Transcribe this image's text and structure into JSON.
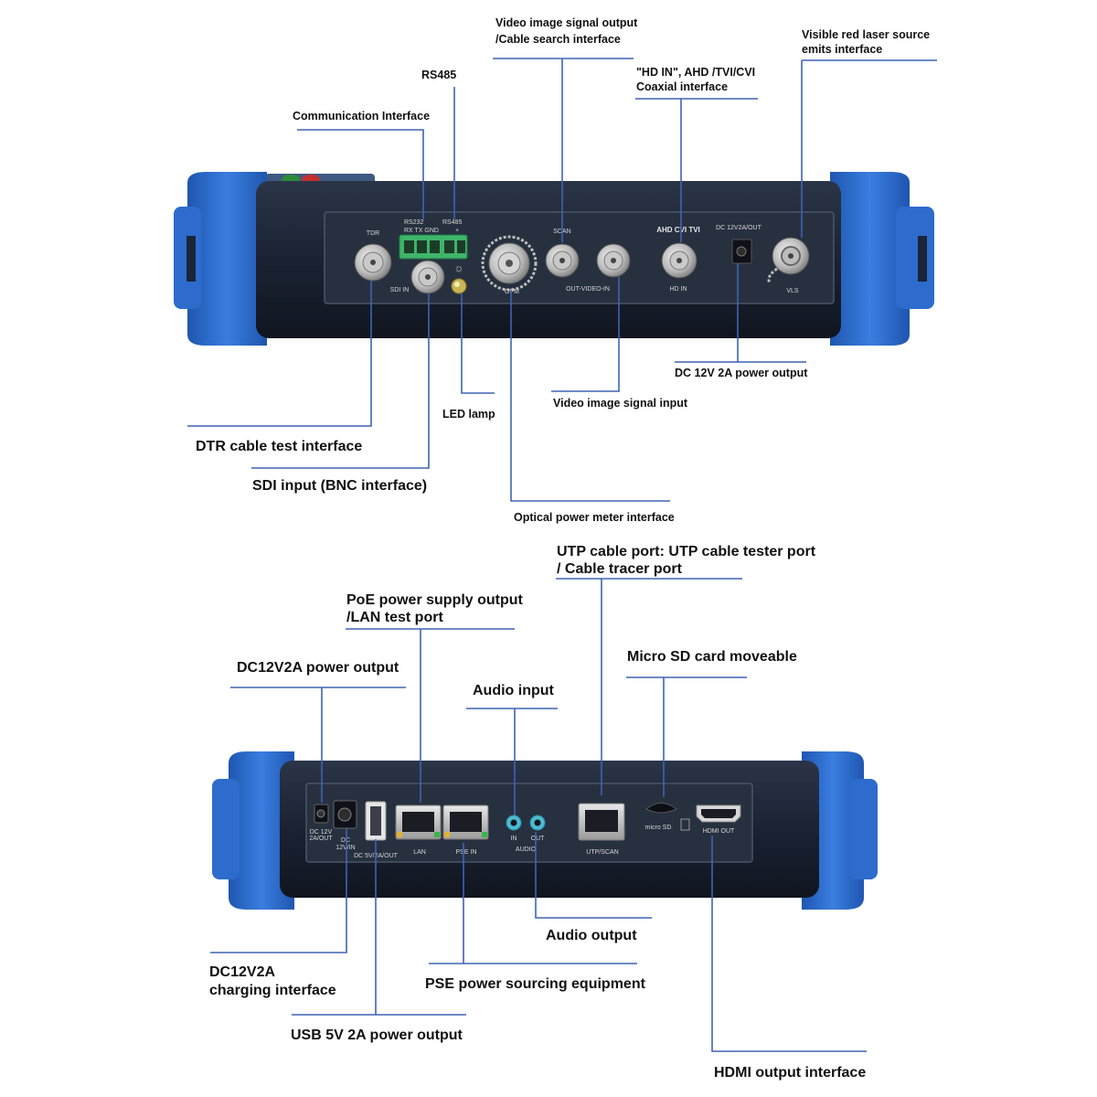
{
  "colors": {
    "leader_line": "#3f63b4",
    "bumper": "#2f6fcf",
    "body": "#1b2536",
    "panel": "#2a3446",
    "label_text": "#111111"
  },
  "top_device": {
    "labels": {
      "video_out": [
        "Video image signal output",
        "/Cable search interface"
      ],
      "vls": [
        "Visible red laser source",
        "emits interface"
      ],
      "rs485": "RS485",
      "hd_in": [
        "\"HD IN\", AHD /TVI/CVI",
        "Coaxial interface"
      ],
      "communication": "Communication Interface",
      "dc_out": "DC 12V 2A power output",
      "video_in": "Video image signal input",
      "led": "LED lamp",
      "dtr": "DTR cable test interface",
      "sdi": "SDI input (BNC interface)",
      "opm": "Optical power meter interface"
    },
    "port_markings": {
      "tdr": "TDR",
      "rs232": "RS232",
      "rs485": "RS485",
      "rxtxgnd": "RX TX GND",
      "plus": "+",
      "sdi_in": "SDI IN",
      "opm": "OPM",
      "scan": "SCAN",
      "out_video_in": "OUT-VIDEO-IN",
      "ahd_cvi_tvi": "AHD CVI TVI",
      "hd_in": "HD IN",
      "dc_out": "DC 12V2A/OUT",
      "vls": "VLS"
    }
  },
  "bottom_device": {
    "labels": {
      "utp": [
        "UTP cable port: UTP cable tester port",
        "/ Cable tracer port"
      ],
      "poe": [
        "PoE power supply output",
        "/LAN test port"
      ],
      "dc_out": "DC12V2A power output",
      "micro_sd": "Micro SD card moveable",
      "audio_in": "Audio input",
      "audio_out": "Audio output",
      "dc_charging": [
        "DC12V2A",
        "charging interface"
      ],
      "pse": "PSE power sourcing equipment",
      "usb": "USB 5V 2A power output",
      "hdmi": "HDMI output interface"
    },
    "port_markings": {
      "dc_out": [
        "DC 12V",
        "2A/OUT"
      ],
      "dc_in": [
        "DC",
        "12V/IN"
      ],
      "usb": "DC 5V/2A/OUT",
      "lan": "LAN",
      "pse_in": "PSE IN",
      "in": "IN",
      "out": "OUT",
      "audio": "AUDIO",
      "utp_scan": "UTP/SCAN",
      "micro_sd": "micro SD",
      "hdmi_out": "HDMI OUT"
    }
  }
}
